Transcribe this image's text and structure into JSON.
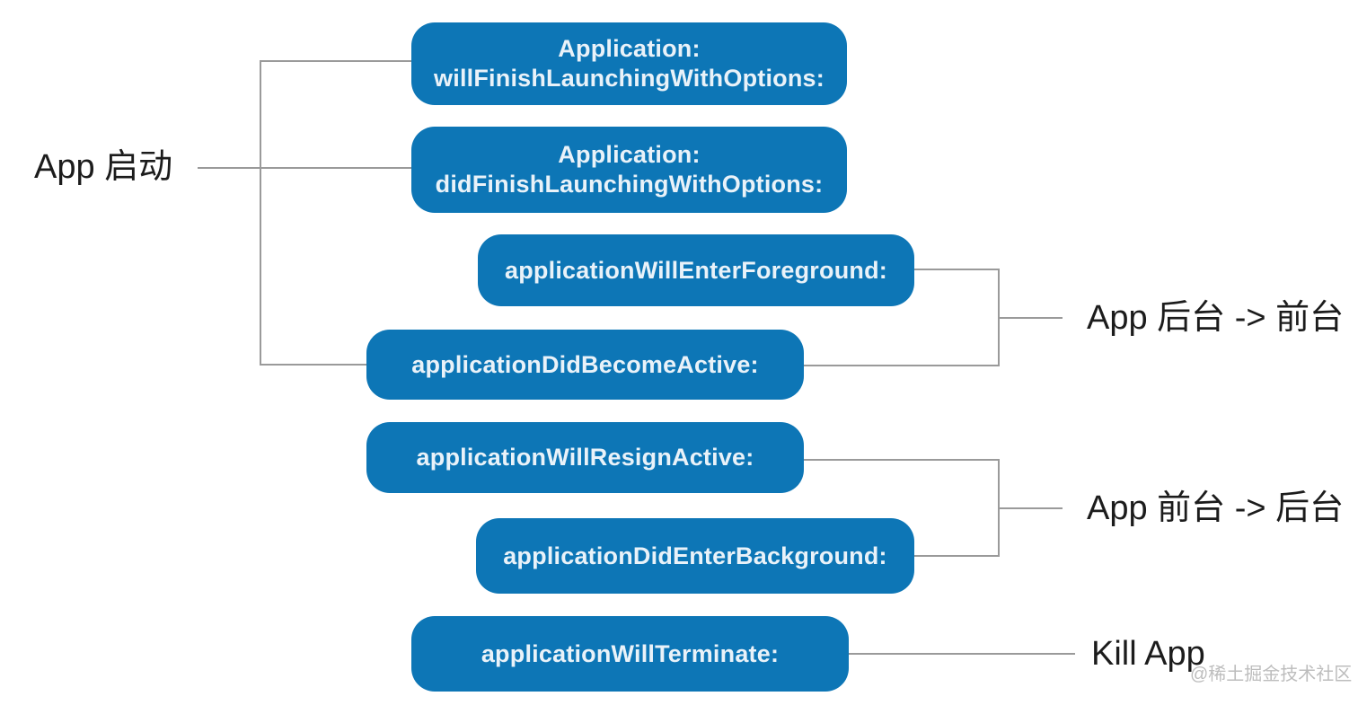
{
  "diagram": {
    "background_color": "#ffffff",
    "node_fill_color": "#0d76b6",
    "node_text_color": "#e9f2f9",
    "connector_color": "#9a9a9a",
    "label_text_color": "#1c1c1c",
    "watermark_color": "#bdbdbd",
    "nodes": {
      "will_finish_launching": {
        "line1": "Application:",
        "line2": "willFinishLaunchingWithOptions:"
      },
      "did_finish_launching": {
        "line1": "Application:",
        "line2": "didFinishLaunchingWithOptions:"
      },
      "will_enter_foreground": {
        "label": "applicationWillEnterForeground:"
      },
      "did_become_active": {
        "label": "applicationDidBecomeActive:"
      },
      "will_resign_active": {
        "label": "applicationWillResignActive:"
      },
      "did_enter_background": {
        "label": "applicationDidEnterBackground:"
      },
      "will_terminate": {
        "label": "applicationWillTerminate:"
      }
    },
    "labels": {
      "launch": "App 启动",
      "background_to_foreground": "App 后台 -> 前台",
      "foreground_to_background": "App 前台 -> 后台",
      "kill": "Kill App"
    },
    "watermark": "@稀土掘金技术社区"
  }
}
